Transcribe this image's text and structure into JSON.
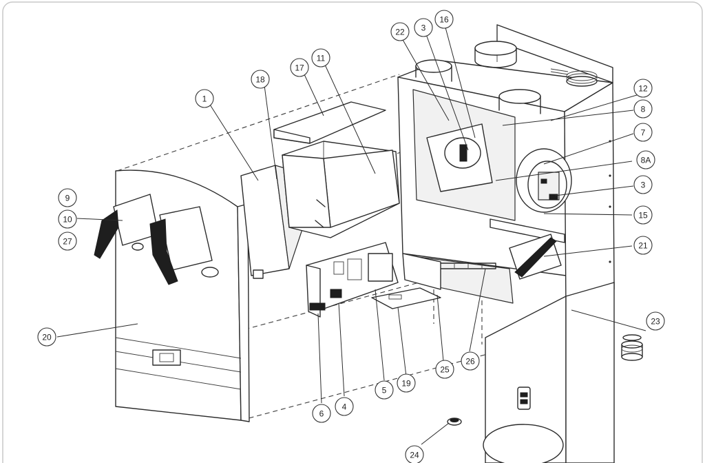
{
  "colors": {
    "line": "#2b2b2b",
    "background": "#ffffff",
    "frame": "#c8c8c8"
  },
  "callouts": [
    {
      "id": "c1",
      "label": "1"
    },
    {
      "id": "c18",
      "label": "18"
    },
    {
      "id": "c17",
      "label": "17"
    },
    {
      "id": "c11",
      "label": "11"
    },
    {
      "id": "c22",
      "label": "22"
    },
    {
      "id": "c3a",
      "label": "3"
    },
    {
      "id": "c16",
      "label": "16"
    },
    {
      "id": "c12",
      "label": "12"
    },
    {
      "id": "c8",
      "label": "8"
    },
    {
      "id": "c7",
      "label": "7"
    },
    {
      "id": "c8a",
      "label": "8A"
    },
    {
      "id": "c3b",
      "label": "3"
    },
    {
      "id": "c15",
      "label": "15"
    },
    {
      "id": "c21",
      "label": "21"
    },
    {
      "id": "c9",
      "label": "9"
    },
    {
      "id": "c10",
      "label": "10"
    },
    {
      "id": "c27",
      "label": "27"
    },
    {
      "id": "c20",
      "label": "20"
    },
    {
      "id": "c23",
      "label": "23"
    },
    {
      "id": "c25",
      "label": "25"
    },
    {
      "id": "c26",
      "label": "26"
    },
    {
      "id": "c5",
      "label": "5"
    },
    {
      "id": "c19",
      "label": "19"
    },
    {
      "id": "c6",
      "label": "6"
    },
    {
      "id": "c4",
      "label": "4"
    },
    {
      "id": "c24",
      "label": "24"
    }
  ]
}
